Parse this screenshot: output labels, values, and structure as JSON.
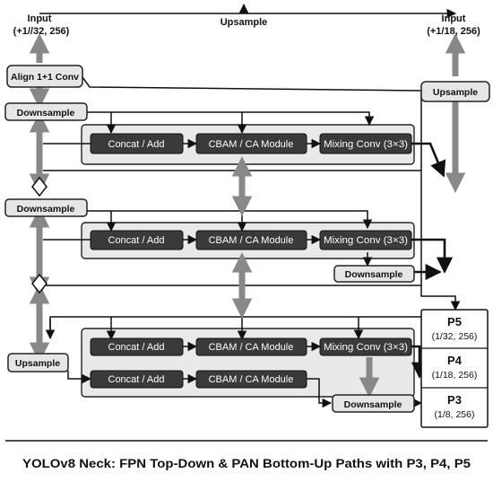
{
  "input_left": {
    "title": "Input",
    "sub": "(+1//32, 256)"
  },
  "input_right": {
    "title": "Input",
    "sub": "(+1/18, 256)"
  },
  "top_upsample": "Upsample",
  "align_conv": "Align 1+1 Conv",
  "upsample_right": "Upsample",
  "downsample": "Downsample",
  "upsample_left": "Upsample",
  "concat": "Concat / Add",
  "cbam": "CBAM / CA Module",
  "mixing": "Mixing Conv (3×3)",
  "outputs": [
    {
      "name": "P5",
      "shape": "(1/32, 256)"
    },
    {
      "name": "P4",
      "shape": "(1/18, 256)"
    },
    {
      "name": "P3",
      "shape": "(1/8, 256)"
    }
  ],
  "caption": "YOLOv8 Neck: FPN Top-Down & PAN Bottom-Up Paths with P3, P4, P5",
  "colors": {
    "dark_box": "#3a3a3a",
    "light_box": "#e6e6e6",
    "panel": "#e9e9e9",
    "arrow": "#8a8a8a",
    "line": "#111111"
  }
}
